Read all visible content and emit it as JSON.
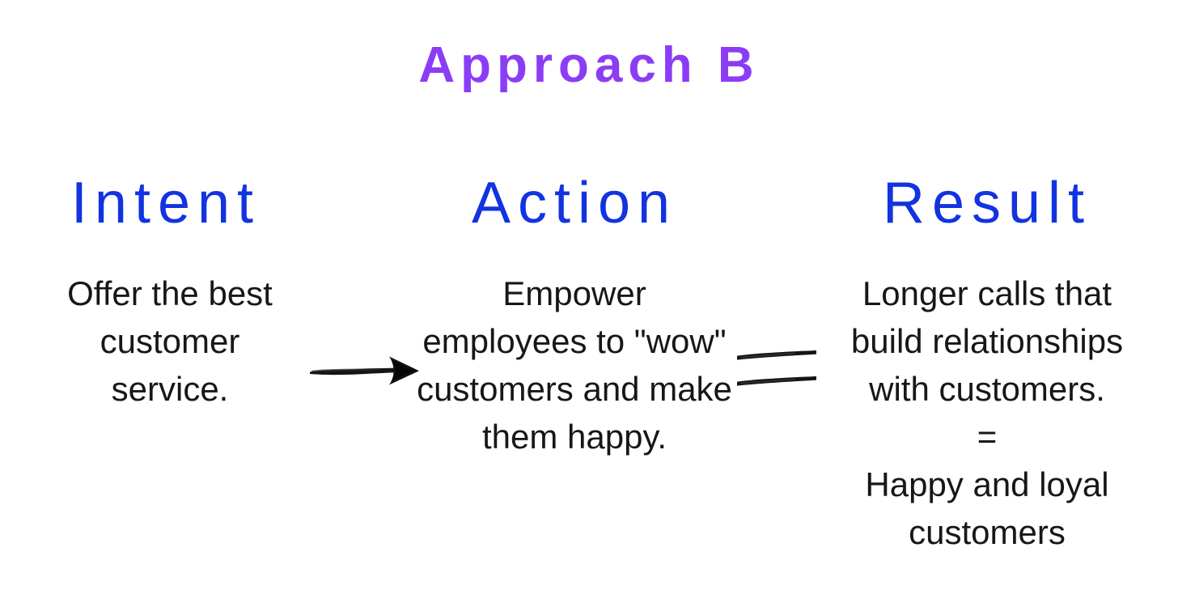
{
  "slide": {
    "title": "Approach B",
    "title_color": "#8b3df5",
    "heading_color": "#1233e0",
    "body_color": "#171717",
    "background": "#ffffff"
  },
  "columns": [
    {
      "heading": "Intent",
      "body_lines": [
        "Offer the best",
        "customer",
        "service."
      ]
    },
    {
      "heading": "Action",
      "body_lines": [
        "Empower",
        "employees to \"wow\"",
        "customers and make",
        "them happy."
      ]
    },
    {
      "heading": "Result",
      "body_lines": [
        "Longer calls that",
        "build relationships",
        "with customers.",
        "=",
        "Happy and loyal",
        "customers"
      ]
    }
  ],
  "connectors": [
    {
      "name": "arrow",
      "symbol": "→",
      "after_column": "Intent"
    },
    {
      "name": "equals",
      "symbol": "=",
      "after_column": "Action"
    }
  ]
}
